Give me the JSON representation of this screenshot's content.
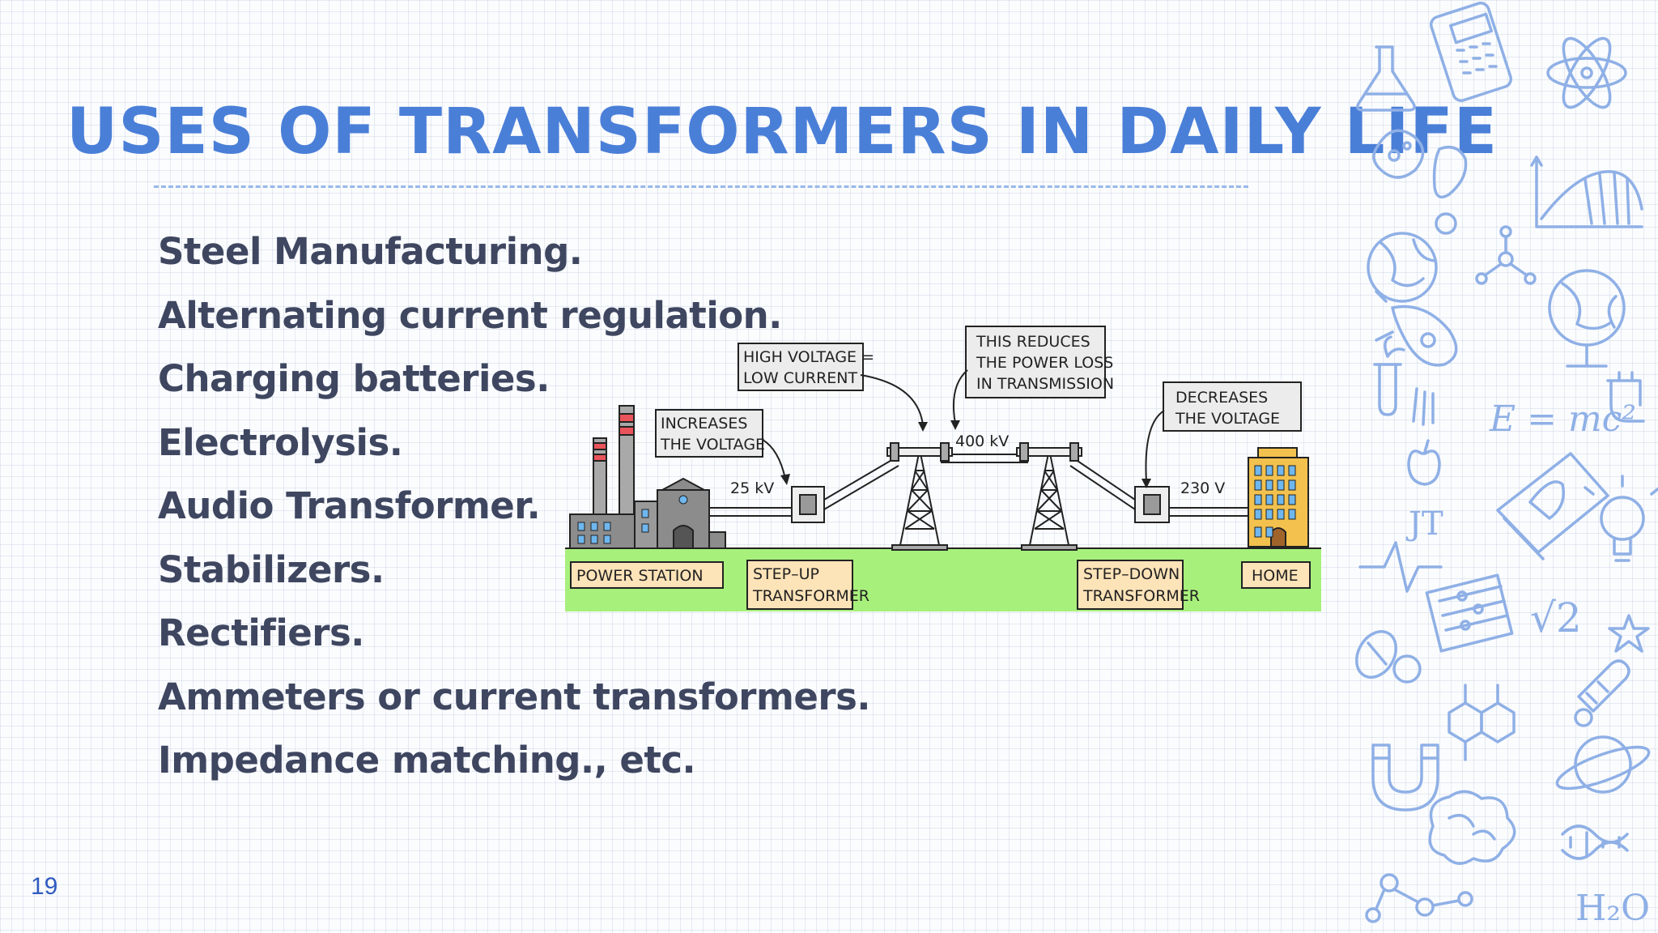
{
  "slide": {
    "title": "USES OF TRANSFORMERS IN DAILY LIFE",
    "page_number": "19"
  },
  "bullets": [
    "Steel Manufacturing.",
    "Alternating current regulation.",
    "Charging batteries.",
    "Electrolysis.",
    "Audio Transformer.",
    "Stabilizers.",
    "Rectifiers.",
    "Ammeters or current transformers.",
    "Impedance matching., etc."
  ],
  "diagram": {
    "callout_increases": [
      "INCREASES",
      "THE  VOLTAGE"
    ],
    "callout_high_voltage": [
      "HIGH  VOLTAGE =",
      "LOW  CURRENT"
    ],
    "callout_reduces": [
      "THIS  REDUCES",
      "THE  POWER  LOSS",
      "IN  TRANSMISSION"
    ],
    "callout_decreases": [
      "DECREASES",
      "THE  VOLTAGE"
    ],
    "voltage_station": "25 kV",
    "voltage_line": "400 kV",
    "voltage_home": "230 V",
    "label_power_station": "POWER  STATION",
    "label_step_up": [
      "STEP–UP",
      "TRANSFORMER"
    ],
    "label_step_down": [
      "STEP–DOWN",
      "TRANSFORMER"
    ],
    "label_home": "HOME",
    "colors": {
      "ground": "#a8f07c",
      "label_fill": "#fde3b8",
      "building": "#f2c14e",
      "factory": "#8c8c8c",
      "stripe": "#e8545a"
    }
  },
  "decor": {
    "icons": [
      "flask-icon",
      "calculator-icon",
      "atom-icon",
      "bacteria-icon",
      "graph-icon",
      "globe-icon",
      "molecule-icon",
      "rocket-icon",
      "test-tube-icon",
      "apple-icon",
      "formula-icon",
      "plug-icon",
      "book-icon",
      "lightbulb-icon",
      "heartbeat-icon",
      "abacus-icon",
      "sqrt-icon",
      "star-icon",
      "pill-icon",
      "hexagon-molecule-icon",
      "thermometer-icon",
      "magnet-icon",
      "brain-icon",
      "planet-icon",
      "dna-icon",
      "h2o-icon"
    ],
    "formula_text": "E = mc²",
    "sqrt_text": "√2",
    "h2o_text": "H₂O"
  },
  "theme": {
    "title_color": "#4a7fd8",
    "text_color": "#3e4660",
    "doodle_color": "#8fb0e6"
  }
}
